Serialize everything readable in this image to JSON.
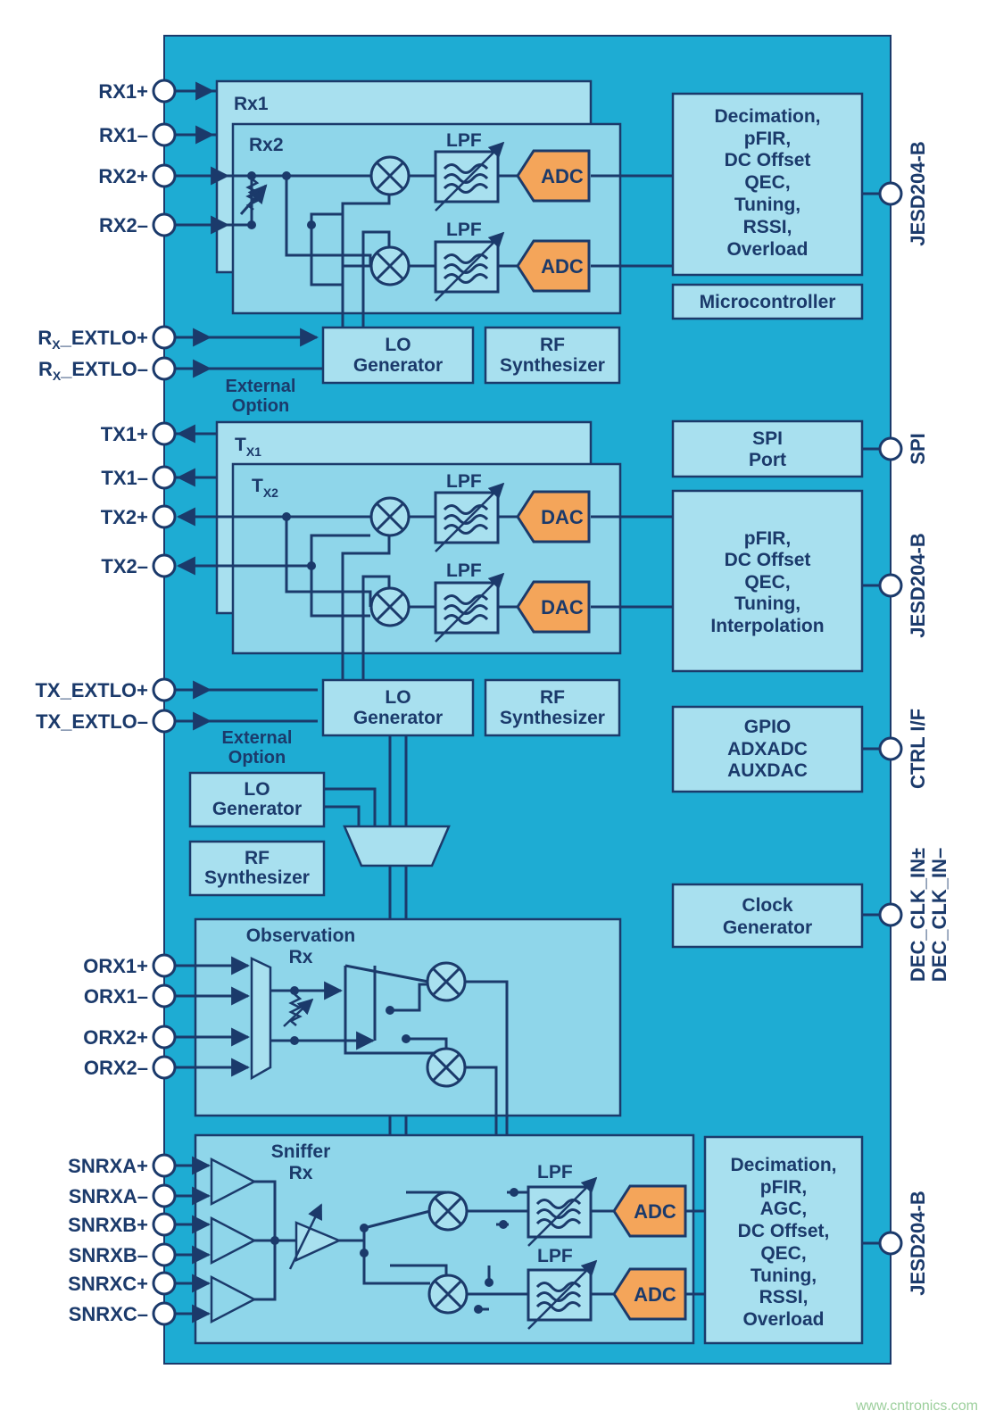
{
  "colors": {
    "chip": "#1eacd3",
    "panel": "#8fd6ea",
    "panel_inner": "#a8e0ef",
    "ink": "#1b3a6b",
    "converter": "#f4a55a",
    "watermark": "#9ccf9c"
  },
  "pins_left": {
    "rx": [
      "RX1+",
      "RX1–",
      "RX2+",
      "RX2–"
    ],
    "rx_extlo": {
      "p_base": "R",
      "p_sub": "X",
      "p_suffix": "_EXTLO+",
      "n_base": "R",
      "n_sub": "X",
      "n_suffix": "_EXTLO–"
    },
    "tx": [
      "TX1+",
      "TX1–",
      "TX2+",
      "TX2–"
    ],
    "tx_extlo": [
      "TX_EXTLO+",
      "TX_EXTLO–"
    ],
    "orx": [
      "ORX1+",
      "ORX1–",
      "ORX2+",
      "ORX2–"
    ],
    "snrx": [
      "SNRXA+",
      "SNRXA–",
      "SNRXB+",
      "SNRXB–",
      "SNRXC+",
      "SNRXC–"
    ]
  },
  "pins_right": {
    "jesd_rx": "JESD204-B",
    "spi": "SPI",
    "jesd_tx": "JESD204-B",
    "ctrl": "CTRL I/F",
    "clk1": "DEC_CLK_IN±",
    "clk2": "DEC_CLK_IN–",
    "jesd_sn": "JESD204-B"
  },
  "rx_section": {
    "rx1": "Rx1",
    "rx2": "Rx2",
    "lpf": "LPF",
    "adc": "ADC",
    "lo": [
      "LO",
      "Generator"
    ],
    "rf": [
      "RF",
      "Synthesizer"
    ],
    "ext": [
      "External",
      "Option"
    ]
  },
  "tx_section": {
    "tx1_base": "T",
    "tx1_sub": "X1",
    "tx2_base": "T",
    "tx2_sub": "X2",
    "lpf": "LPF",
    "dac": "DAC",
    "lo": [
      "LO",
      "Generator"
    ],
    "rf": [
      "RF",
      "Synthesizer"
    ],
    "ext": [
      "External",
      "Option"
    ]
  },
  "aux_lo": {
    "lo": [
      "LO",
      "Generator"
    ],
    "rf": [
      "RF",
      "Synthesizer"
    ]
  },
  "orx_section": {
    "title": [
      "Observation",
      "Rx"
    ]
  },
  "sniffer_section": {
    "title": [
      "Sniffer",
      "Rx"
    ],
    "lpf": "LPF",
    "adc": "ADC"
  },
  "blocks": {
    "rx_dsp": [
      "Decimation,",
      "pFIR,",
      "DC Offset",
      "QEC,",
      "Tuning,",
      "RSSI,",
      "Overload"
    ],
    "micro": "Microcontroller",
    "spi": [
      "SPI",
      "Port"
    ],
    "tx_dsp": [
      "pFIR,",
      "DC Offset",
      "QEC,",
      "Tuning,",
      "Interpolation"
    ],
    "gpio": [
      "GPIO",
      "ADXADC",
      "AUXDAC"
    ],
    "clock": [
      "Clock",
      "Generator"
    ],
    "sn_dsp": [
      "Decimation,",
      "pFIR,",
      "AGC,",
      "DC Offset,",
      "QEC,",
      "Tuning,",
      "RSSI,",
      "Overload"
    ]
  },
  "watermark": "www.cntronics.com"
}
